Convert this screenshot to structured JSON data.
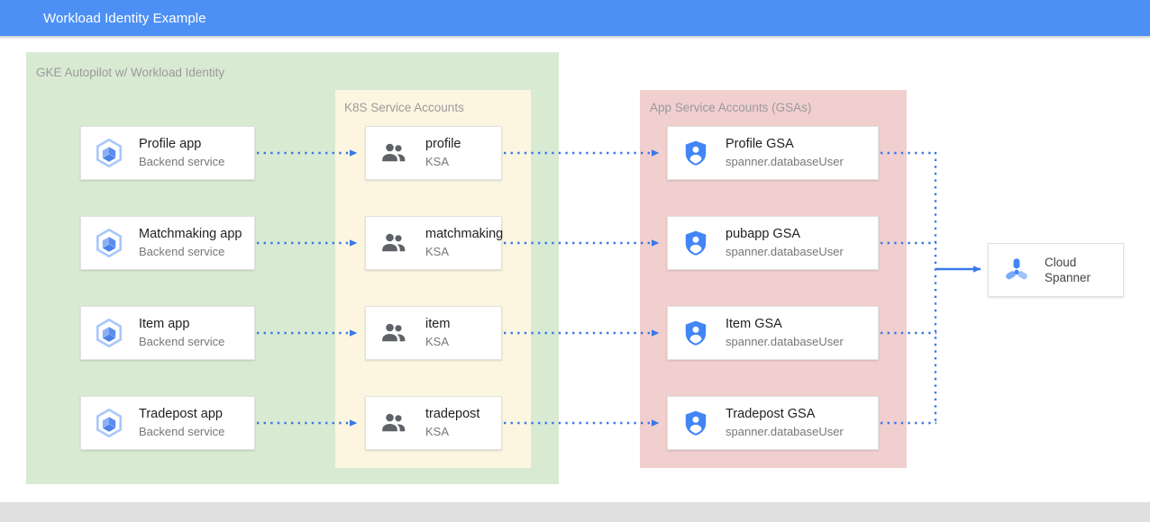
{
  "window": {
    "title": "Workload Identity Example",
    "header_color": "#4d90f5"
  },
  "groups": {
    "gke": {
      "label": "GKE Autopilot w/ Workload Identity",
      "color": "#d9ead3"
    },
    "ksa": {
      "label": "K8S Service Accounts",
      "color": "#fcf6e1"
    },
    "gsa": {
      "label": "App Service Accounts (GSAs)",
      "color": "#f1cfcf"
    }
  },
  "icons": {
    "app": "gke-workload-cube-icon",
    "ksa": "people-group-icon",
    "gsa": "shield-person-icon",
    "spanner": "cloud-spanner-icon",
    "arrow": "arrowhead-icon"
  },
  "apps": [
    {
      "title": "Profile app",
      "sub": "Backend service"
    },
    {
      "title": "Matchmaking app",
      "sub": "Backend service"
    },
    {
      "title": "Item app",
      "sub": "Backend service"
    },
    {
      "title": "Tradepost app",
      "sub": "Backend service"
    }
  ],
  "ksas": [
    {
      "title": "profile",
      "sub": "KSA"
    },
    {
      "title": "matchmaking",
      "sub": "KSA"
    },
    {
      "title": "item",
      "sub": "KSA"
    },
    {
      "title": "tradepost",
      "sub": "KSA"
    }
  ],
  "gsas": [
    {
      "title": "Profile GSA",
      "sub": "spanner.databaseUser"
    },
    {
      "title": "pubapp GSA",
      "sub": "spanner.databaseUser"
    },
    {
      "title": "Item GSA",
      "sub": "spanner.databaseUser"
    },
    {
      "title": "Tradepost GSA",
      "sub": "spanner.databaseUser"
    }
  ],
  "spanner": {
    "title": "Cloud\nSpanner"
  },
  "colors": {
    "connector": "#3b78e7",
    "accent_blue": "#4285f4",
    "icon_gray": "#5f6368"
  }
}
